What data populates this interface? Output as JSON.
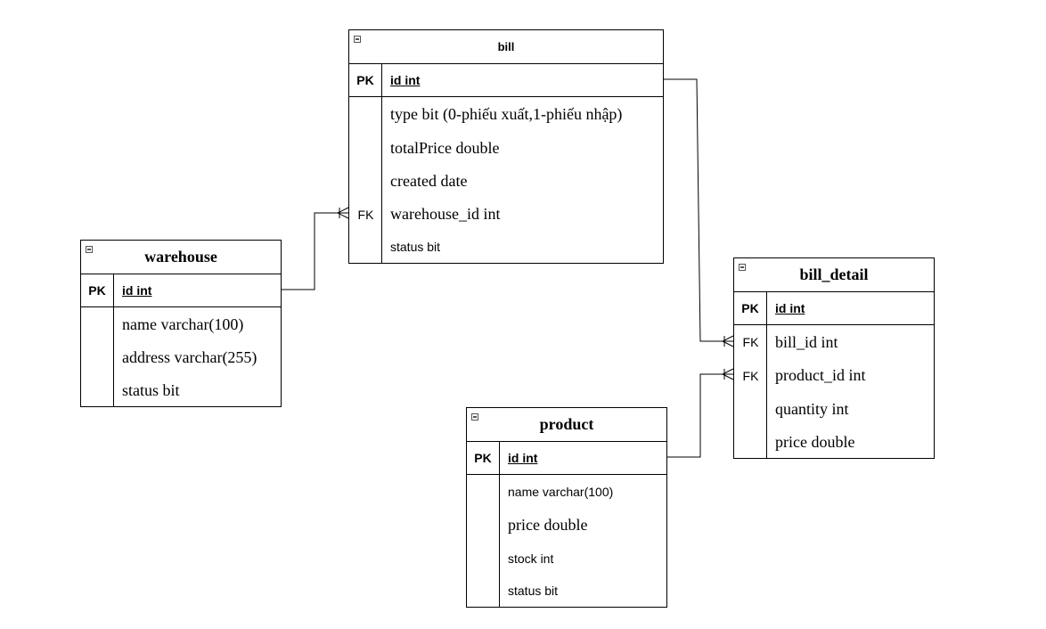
{
  "entities": {
    "bill": {
      "title": "bill",
      "pk_label": "PK",
      "pk": "id int",
      "fk_label": "FK",
      "attributes": [
        "type bit (0-phiếu xuất,1-phiếu nhập)",
        "totalPrice double",
        "created date",
        "warehouse_id int",
        "status bit"
      ]
    },
    "warehouse": {
      "title": "warehouse",
      "pk_label": "PK",
      "pk": "id int",
      "attributes": [
        "name varchar(100)",
        "address varchar(255)",
        "status bit"
      ]
    },
    "bill_detail": {
      "title": "bill_detail",
      "pk_label": "PK",
      "pk": "id int",
      "fk_labels": [
        "FK",
        "FK"
      ],
      "attributes": [
        "bill_id int",
        "product_id int",
        "quantity int",
        "price double"
      ]
    },
    "product": {
      "title": "product",
      "pk_label": "PK",
      "pk": "id int",
      "attributes": [
        "name varchar(100)",
        "price double",
        "stock int",
        "status bit"
      ]
    }
  },
  "relationships": [
    {
      "from": "warehouse.id",
      "to": "bill.warehouse_id",
      "cardinality": "one-to-many"
    },
    {
      "from": "bill.id",
      "to": "bill_detail.bill_id",
      "cardinality": "one-to-many"
    },
    {
      "from": "product.id",
      "to": "bill_detail.product_id",
      "cardinality": "one-to-many"
    }
  ]
}
